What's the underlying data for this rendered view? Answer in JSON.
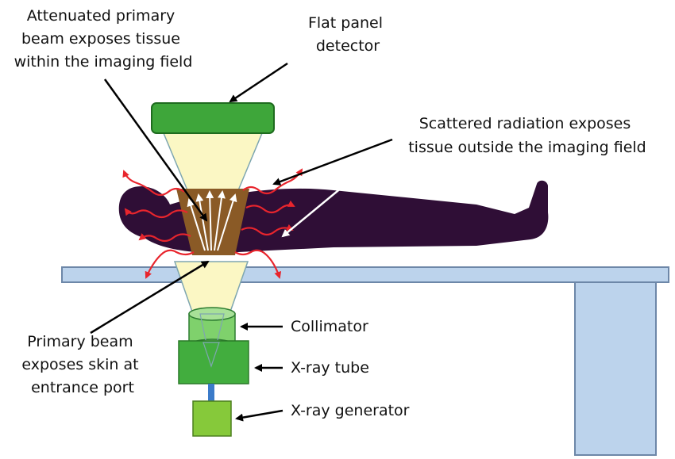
{
  "labels": {
    "attenuated": [
      "Attenuated primary",
      "beam exposes tissue",
      "within the imaging field"
    ],
    "detector": [
      "Flat panel",
      "detector"
    ],
    "scattered": [
      "Scattered radiation exposes",
      "tissue outside the imaging field"
    ],
    "primary": [
      "Primary beam",
      "exposes skin at",
      "entrance port"
    ],
    "collimator": "Collimator",
    "tube": "X-ray tube",
    "generator": "X-ray generator"
  },
  "colors": {
    "detector_fill": "#3ea63a",
    "detector_stroke": "#1e6b1e",
    "beam_fill": "#fbf7c4",
    "beam_stroke": "#7ea6b0",
    "body_fill": "#2f0e36",
    "tissue_fill": "#8a5a26",
    "scatter": "#e8252d",
    "table_fill": "#bcd3ec",
    "table_stroke": "#6d87a8",
    "collimator_fill": "#7fd16c",
    "tube_fill": "#42ad3e",
    "generator_fill": "#86c93a",
    "connector": "#3b7bc9"
  }
}
